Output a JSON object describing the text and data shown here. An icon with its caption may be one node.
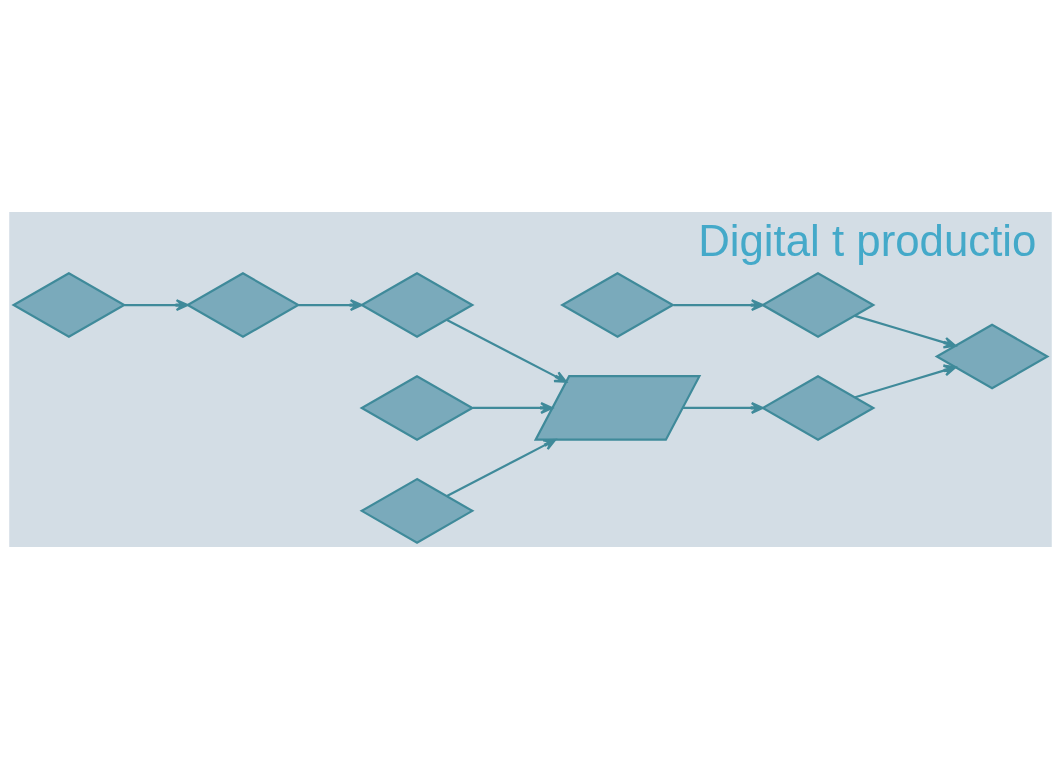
{
  "diagram": {
    "title": "Digital t productio",
    "nodes": [
      {
        "text": [],
        "shape": "diamond"
      },
      {
        "text": [],
        "shape": "diamond"
      },
      {
        "text": [],
        "shape": "diamond"
      },
      {
        "text": [],
        "shape": "diamond"
      },
      {
        "text": [],
        "shape": "diamond"
      },
      {
        "text": [],
        "shape": "diamond"
      },
      {
        "text": [],
        "shape": "box"
      },
      {
        "text": [],
        "shape": "diamond"
      },
      {
        "text": [],
        "shape": "diamond"
      },
      {
        "text": [],
        "shape": "diamond"
      }
    ],
    "edges": [
      {
        "from": 0,
        "to": 3,
        "arrow": "to"
      },
      {
        "from": 1,
        "to": 5,
        "arrow": "to"
      },
      {
        "from": 3,
        "to": 2,
        "arrow": "to"
      },
      {
        "from": 4,
        "to": 2,
        "arrow": "to"
      },
      {
        "from": 5,
        "to": 7,
        "arrow": "to"
      },
      {
        "from": 6,
        "to": 4,
        "arrow": "to"
      },
      {
        "from": 7,
        "to": 6,
        "arrow": "to"
      },
      {
        "from": 9,
        "to": 6,
        "arrow": "to"
      },
      {
        "from": 8,
        "to": 6,
        "arrow": "to"
      }
    ]
  }
}
